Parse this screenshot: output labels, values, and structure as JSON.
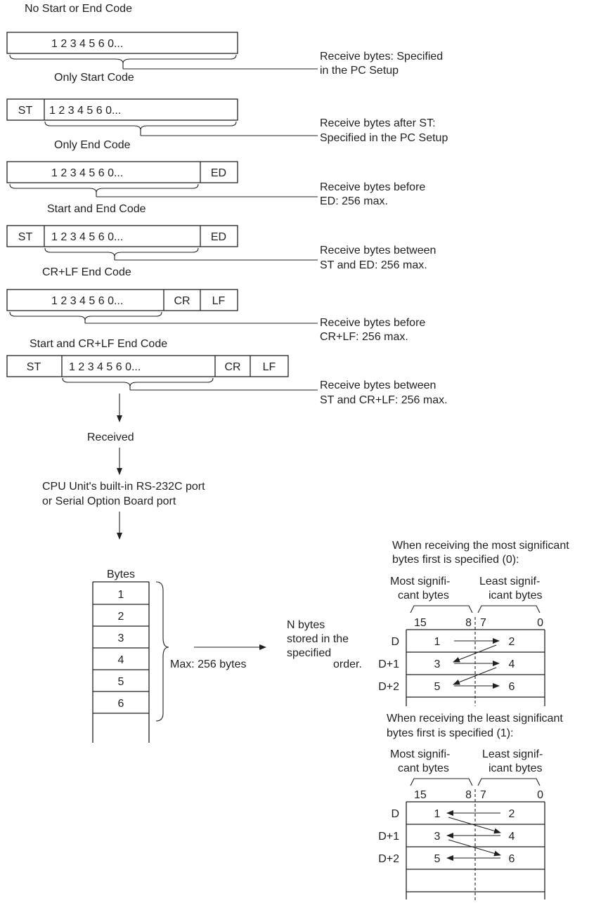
{
  "frames": [
    {
      "title": "No Start or End Code",
      "start": "",
      "data": "1 2 3 4 5 6 0...",
      "end1": "",
      "end2": "",
      "desc1": "Receive bytes: Specified",
      "desc2": "in the PC Setup"
    },
    {
      "title": "Only Start Code",
      "start": "ST",
      "data": "1 2 3 4 5 6 0...",
      "end1": "",
      "end2": "",
      "desc1": "Receive bytes after ST:",
      "desc2": "Specified in the PC Setup"
    },
    {
      "title": "Only End Code",
      "start": "",
      "data": "1 2 3 4 5 6 0...",
      "end1": "ED",
      "end2": "",
      "desc1": "Receive bytes before",
      "desc2": "ED: 256 max."
    },
    {
      "title": "Start and End Code",
      "start": "ST",
      "data": "1 2 3 4 5 6 0...",
      "end1": "ED",
      "end2": "",
      "desc1": "Receive bytes between",
      "desc2": "ST and ED: 256 max."
    },
    {
      "title": "CR+LF End Code",
      "start": "",
      "data": "1 2 3 4 5 6 0...",
      "end1": "CR",
      "end2": "LF",
      "desc1": "Receive bytes before",
      "desc2": "CR+LF: 256 max."
    },
    {
      "title": "Start and CR+LF End Code",
      "start": "ST",
      "data": "1 2 3 4 5 6 0...",
      "end1": "CR",
      "end2": "LF",
      "desc1": "Receive bytes between",
      "desc2": "ST and CR+LF: 256 max."
    }
  ],
  "flow": {
    "received": "Received",
    "port_line1": "CPU Unit's built-in RS-232C port",
    "port_line2": "or Serial Option Board port"
  },
  "bytes_table": {
    "header": "Bytes",
    "cells": [
      "1",
      "2",
      "3",
      "4",
      "5",
      "6"
    ],
    "max_label": "Max: 256 bytes",
    "stored_line1": "N bytes",
    "stored_line2": "stored in the",
    "stored_line3": "specified",
    "stored_line4": "order."
  },
  "storage_diagrams": [
    {
      "caption1": "When receiving the most significant",
      "caption2": "bytes first is specified (0):",
      "msb_label1": "Most signifi-",
      "msb_label2": "cant bytes",
      "lsb_label1": "Least signif-",
      "lsb_label2": "icant bytes",
      "bit_15": "15",
      "bit_8": "8",
      "bit_7": "7",
      "bit_0": "0",
      "rows": [
        {
          "word": "D",
          "left": "1",
          "right": "2"
        },
        {
          "word": "D+1",
          "left": "3",
          "right": "4"
        },
        {
          "word": "D+2",
          "left": "5",
          "right": "6"
        }
      ]
    },
    {
      "caption1": "When receiving the least significant",
      "caption2": "bytes first is specified (1):",
      "msb_label1": "Most signifi-",
      "msb_label2": "cant bytes",
      "lsb_label1": "Least signif-",
      "lsb_label2": "icant bytes",
      "bit_15": "15",
      "bit_8": "8",
      "bit_7": "7",
      "bit_0": "0",
      "rows": [
        {
          "word": "D",
          "left": "1",
          "right": "2"
        },
        {
          "word": "D+1",
          "left": "3",
          "right": "4"
        },
        {
          "word": "D+2",
          "left": "5",
          "right": "6"
        }
      ]
    }
  ]
}
